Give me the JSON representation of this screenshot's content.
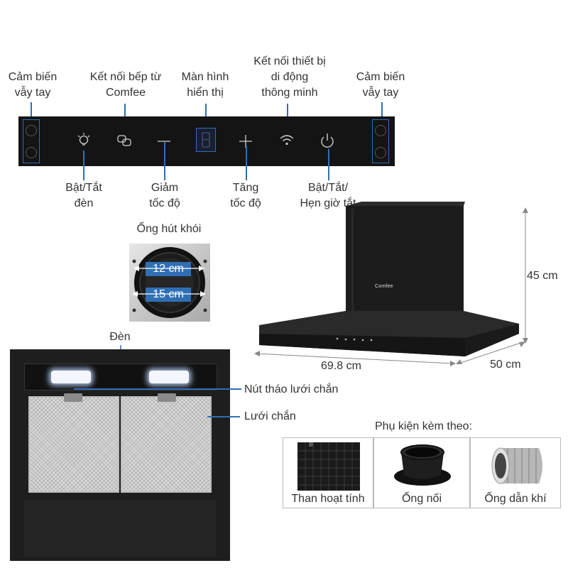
{
  "panel": {
    "sensor_left": [
      "Cảm biến",
      "vẫy tay"
    ],
    "comfee_link": [
      "Kết nối bếp từ",
      "Comfee"
    ],
    "display": [
      "Màn hình",
      "hiển thị"
    ],
    "smart_link": [
      "Kết nối thiết bị",
      "di động",
      "thông minh"
    ],
    "sensor_right": [
      "Cảm biến",
      "vẫy tay"
    ],
    "light_toggle": [
      "Bật/Tắt",
      "đèn"
    ],
    "speed_down": [
      "Giảm",
      "tốc độ"
    ],
    "speed_up": [
      "Tăng",
      "tốc độ"
    ],
    "power_timer": [
      "Bật/Tắt/",
      "Hẹn giờ tắt"
    ]
  },
  "duct": {
    "title": "Ống hút khói",
    "inner": "12 cm",
    "outer": "15 cm"
  },
  "hood": {
    "brand": "Comfee",
    "width": "69.8 cm",
    "depth": "50 cm",
    "height": "45 cm"
  },
  "filter": {
    "lamp_label": "Đèn",
    "release_label": "Nút tháo lưới chắn",
    "mesh_label": "Lưới chắn"
  },
  "accessories": {
    "title": "Phụ kiện kèm theo:",
    "items": [
      "Than hoạt tính",
      "Ống nối",
      "Ống dẫn khí"
    ]
  },
  "colors": {
    "accent": "#2f6fb5",
    "panel": "#141414",
    "hood": "#1b1b1b"
  }
}
